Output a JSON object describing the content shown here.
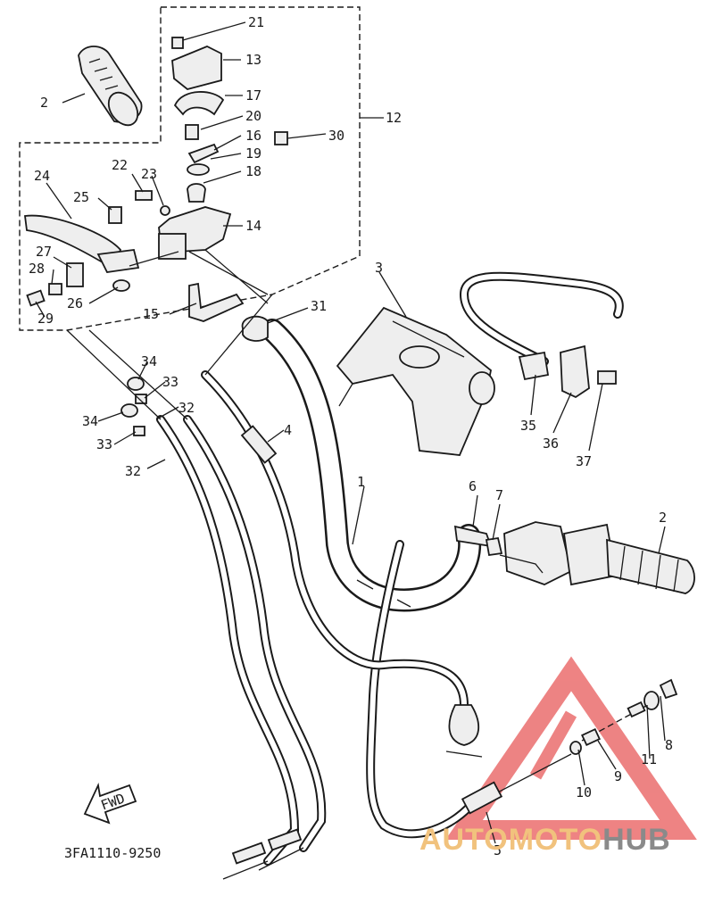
{
  "diagram": {
    "drawing_code": "3FA1110-9250",
    "fwd_label": "FWD",
    "callouts": [
      {
        "id": "c1",
        "text": "1"
      },
      {
        "id": "c2a",
        "text": "2"
      },
      {
        "id": "c2b",
        "text": "2"
      },
      {
        "id": "c3",
        "text": "3"
      },
      {
        "id": "c4",
        "text": "4"
      },
      {
        "id": "c5",
        "text": "5"
      },
      {
        "id": "c6",
        "text": "6"
      },
      {
        "id": "c7",
        "text": "7"
      },
      {
        "id": "c8",
        "text": "8"
      },
      {
        "id": "c9",
        "text": "9"
      },
      {
        "id": "c10",
        "text": "10"
      },
      {
        "id": "c11",
        "text": "11"
      },
      {
        "id": "c12",
        "text": "12"
      },
      {
        "id": "c13",
        "text": "13"
      },
      {
        "id": "c14",
        "text": "14"
      },
      {
        "id": "c15",
        "text": "15"
      },
      {
        "id": "c16",
        "text": "16"
      },
      {
        "id": "c17",
        "text": "17"
      },
      {
        "id": "c18",
        "text": "18"
      },
      {
        "id": "c19",
        "text": "19"
      },
      {
        "id": "c20",
        "text": "20"
      },
      {
        "id": "c21",
        "text": "21"
      },
      {
        "id": "c22",
        "text": "22"
      },
      {
        "id": "c23",
        "text": "23"
      },
      {
        "id": "c24",
        "text": "24"
      },
      {
        "id": "c25",
        "text": "25"
      },
      {
        "id": "c26",
        "text": "26"
      },
      {
        "id": "c27",
        "text": "27"
      },
      {
        "id": "c28",
        "text": "28"
      },
      {
        "id": "c29",
        "text": "29"
      },
      {
        "id": "c30",
        "text": "30"
      },
      {
        "id": "c31",
        "text": "31"
      },
      {
        "id": "c32a",
        "text": "32"
      },
      {
        "id": "c32b",
        "text": "32"
      },
      {
        "id": "c33a",
        "text": "33"
      },
      {
        "id": "c33b",
        "text": "33"
      },
      {
        "id": "c34a",
        "text": "34"
      },
      {
        "id": "c34b",
        "text": "34"
      },
      {
        "id": "c35",
        "text": "35"
      },
      {
        "id": "c36",
        "text": "36"
      },
      {
        "id": "c37",
        "text": "37"
      }
    ]
  },
  "watermark": {
    "part1": "AUTOMOTO",
    "part2": "HUB",
    "color_main": "#f1c27d",
    "color_logo": "#e85a5a",
    "color_gray": "#8a8a8a"
  }
}
